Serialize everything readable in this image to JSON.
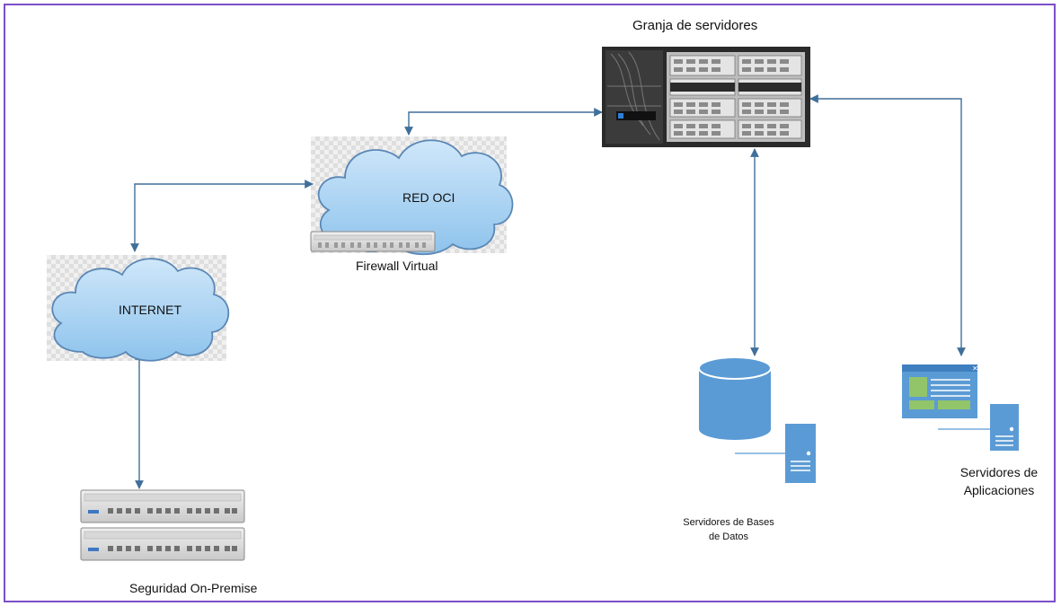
{
  "labels": {
    "server_farm": "Granja de servidores",
    "oci_network": "RED OCI",
    "firewall": "Firewall Virtual",
    "internet": "INTERNET",
    "onprem": "Seguridad On-Premise",
    "db_servers_line1": "Servidores de Bases",
    "db_servers_line2": "de Datos",
    "app_servers_line1": "Servidores de",
    "app_servers_line2": "Aplicaciones"
  },
  "colors": {
    "frame": "#7b4fc8",
    "arrow": "#3f6f9a",
    "cloud_fill": "#a9d3f2",
    "cloud_stroke": "#5b87b5",
    "icon_blue": "#5b9bd5",
    "icon_green": "#92c46a"
  },
  "icons": {
    "cloud": "cloud-icon",
    "rack": "server-rack-photo",
    "firewall": "firewall-appliance-icon",
    "database": "database-cylinder-icon",
    "server": "server-tower-icon",
    "app_window": "application-window-icon"
  }
}
